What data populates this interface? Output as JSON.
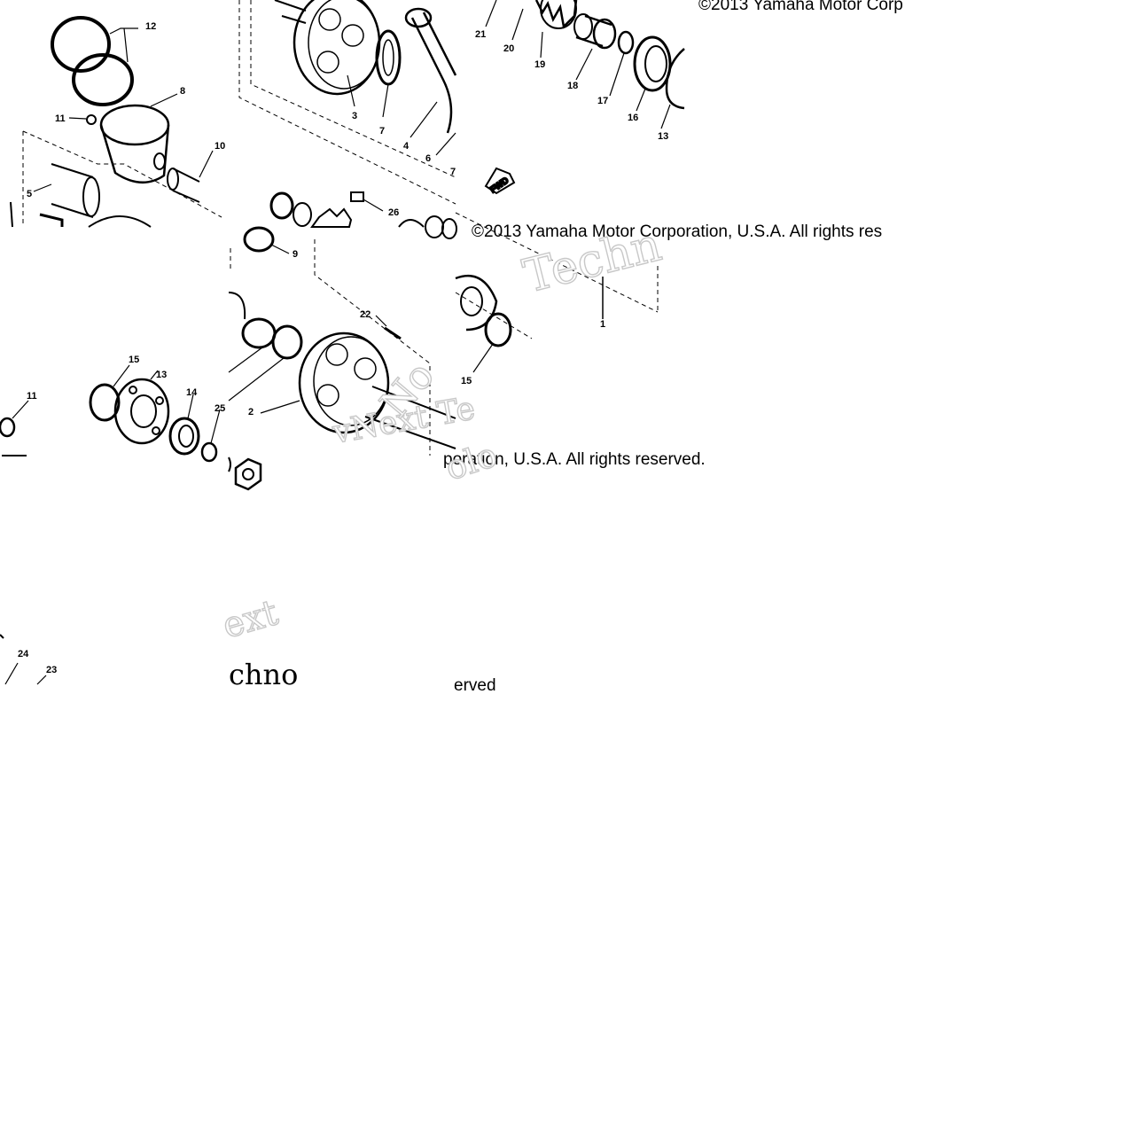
{
  "copyright": {
    "tile1": "©2013 Yamaha Motor Corp",
    "tile2": "©2013 Yamaha Motor Corporation, U.S.A. All rights res",
    "tile3": "poration, U.S.A. All rights reserved.",
    "tile4": "erved"
  },
  "watermark": {
    "text1": "Techn",
    "text2": "vNext Te",
    "text3": "ext",
    "text4": "chno",
    "text5": "No",
    "text6": "olo"
  },
  "fwd_label": "FWD",
  "callouts": [
    {
      "id": "c12",
      "label": "12"
    },
    {
      "id": "c8",
      "label": "8"
    },
    {
      "id": "c11a",
      "label": "11"
    },
    {
      "id": "c10",
      "label": "10"
    },
    {
      "id": "c5",
      "label": "5"
    },
    {
      "id": "c3",
      "label": "3"
    },
    {
      "id": "c7a",
      "label": "7"
    },
    {
      "id": "c4",
      "label": "4"
    },
    {
      "id": "c6",
      "label": "6"
    },
    {
      "id": "c7b",
      "label": "7"
    },
    {
      "id": "c26",
      "label": "26"
    },
    {
      "id": "c9",
      "label": "9"
    },
    {
      "id": "c22",
      "label": "22"
    },
    {
      "id": "c2",
      "label": "2"
    },
    {
      "id": "c21",
      "label": "21"
    },
    {
      "id": "c20",
      "label": "20"
    },
    {
      "id": "c19",
      "label": "19"
    },
    {
      "id": "c18",
      "label": "18"
    },
    {
      "id": "c17",
      "label": "17"
    },
    {
      "id": "c16",
      "label": "16"
    },
    {
      "id": "c13a",
      "label": "13"
    },
    {
      "id": "c1",
      "label": "1"
    },
    {
      "id": "c15a",
      "label": "15"
    },
    {
      "id": "c11b",
      "label": "11"
    },
    {
      "id": "c15b",
      "label": "15"
    },
    {
      "id": "c13b",
      "label": "13"
    },
    {
      "id": "c14",
      "label": "14"
    },
    {
      "id": "c25",
      "label": "25"
    },
    {
      "id": "c24",
      "label": "24"
    },
    {
      "id": "c23",
      "label": "23"
    }
  ]
}
